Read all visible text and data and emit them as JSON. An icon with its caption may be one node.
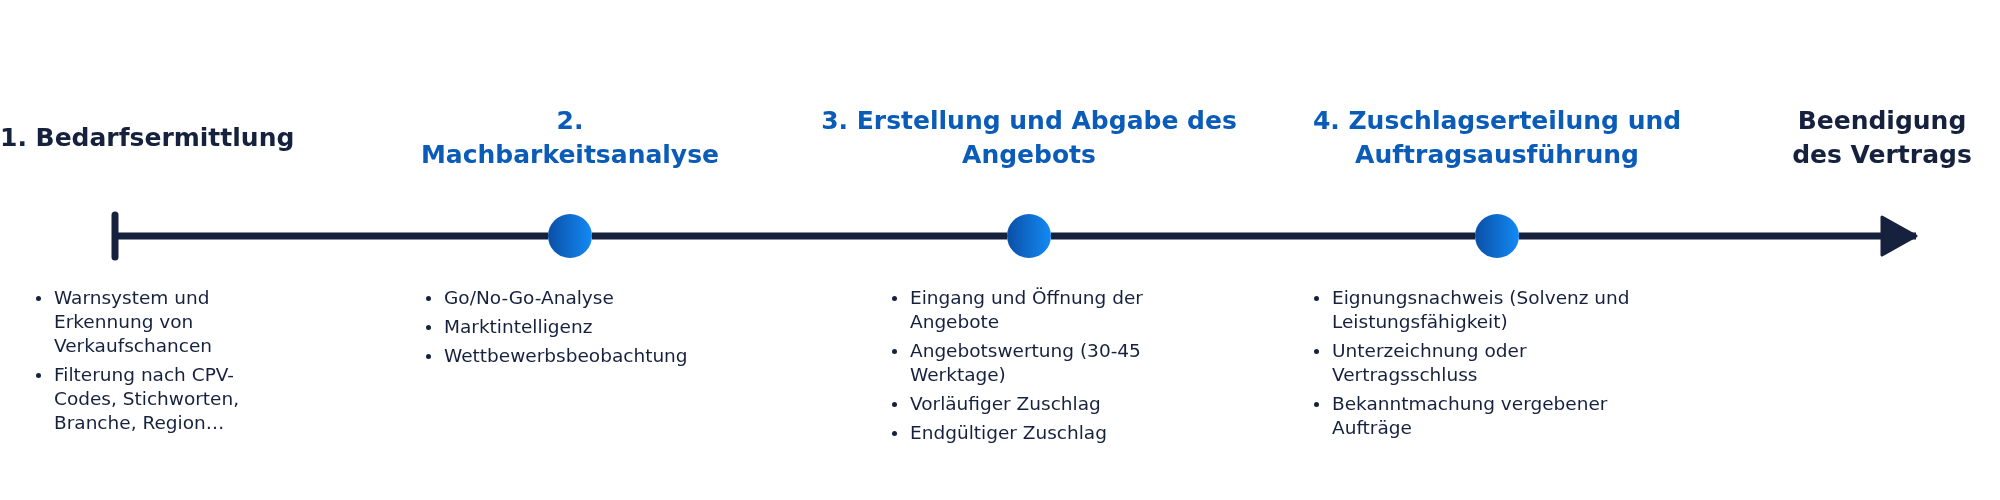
{
  "diagram": {
    "nodes": [
      {
        "text": [],
        "shape": "circle",
        "beside": [
          "2. Machbarkeitsanalyse"
        ]
      },
      {
        "text": [],
        "shape": "circle",
        "beside": [
          "3. Erstellung und Abgabe des Angebots"
        ]
      },
      {
        "text": [],
        "shape": "circle",
        "beside": [
          "4. Zuschlagserteilung und Auftragsausführung"
        ]
      }
    ],
    "edges": [
      {
        "from": null,
        "to": 0,
        "arrow": "other"
      },
      {
        "from": 0,
        "to": 1,
        "arrow": "none"
      },
      {
        "from": 1,
        "to": 2,
        "arrow": "none"
      },
      {
        "from": 2,
        "to": null,
        "arrow": "to"
      }
    ],
    "labels": [
      "1. Bedarfsermittlung",
      "Warnsystem und Erkennung von Verkaufschancen",
      "Filterung nach CPV-Codes, Stichworten, Branche, Region…",
      "Go/No-Go-Analyse",
      "Marktintelligenz",
      "Wettbewerbsbeobachtung",
      "Eingang und Öffnung der Angebote",
      "Angebotswertung (30-45 Werktage)",
      "Vorläufiger Zuschlag",
      "Endgültiger Zuschlag",
      "Eignungsnachweis (Solvenz und Leistungsfähigkeit)",
      "Unterzeichnung oder Vertragsschluss",
      "Bekanntmachung vergebener Aufträge",
      "Beendigung des Vertrags"
    ]
  }
}
